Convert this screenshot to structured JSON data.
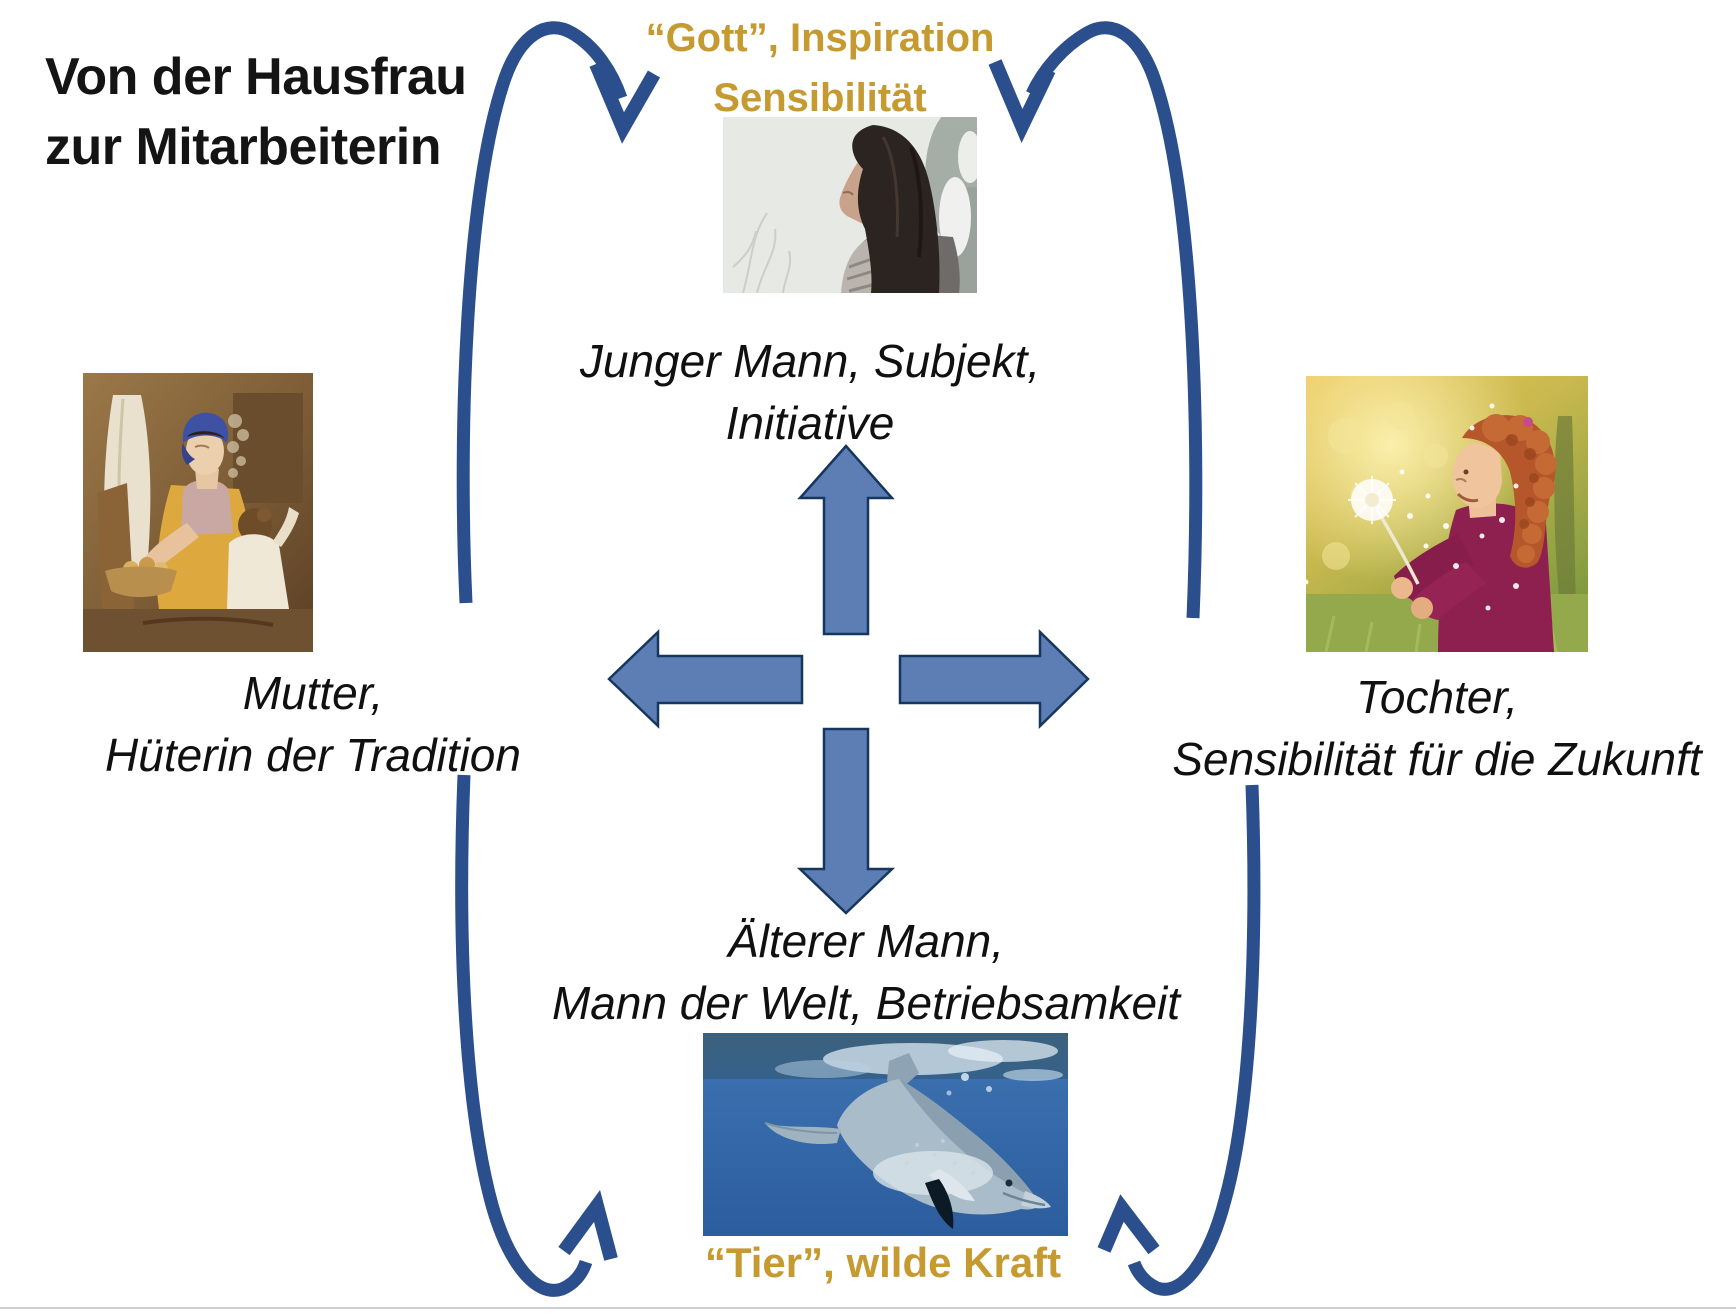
{
  "title": {
    "line1": "Von der Hausfrau",
    "line2": "zur Mitarbeiterin"
  },
  "top": {
    "label_line1": "“Gott”, Inspiration",
    "label_line2": "Sensibilität",
    "caption_line1": "Junger Mann, Subjekt,",
    "caption_line2": "Initiative",
    "photo_description": "young-woman-profile-in-snow"
  },
  "left": {
    "caption_line1": "Mutter,",
    "caption_line2": "Hüterin der Tradition",
    "photo_description": "painting-mother-with-child"
  },
  "right": {
    "caption_line1": "Tochter,",
    "caption_line2": "Sensibilität für die Zukunft",
    "photo_description": "girl-blowing-dandelion"
  },
  "bottom": {
    "caption_line1": "Älterer Mann,",
    "caption_line2": "Mann der Welt, Betriebsamkeit",
    "label": "“Tier”, wilde Kraft",
    "photo_description": "dolphin-underwater"
  },
  "colors": {
    "gold": "#c59a30",
    "arrow_fill": "#5c7eb5",
    "arrow_stroke": "#17365d",
    "arc_color": "#2b4e8d",
    "text": "#131313"
  }
}
